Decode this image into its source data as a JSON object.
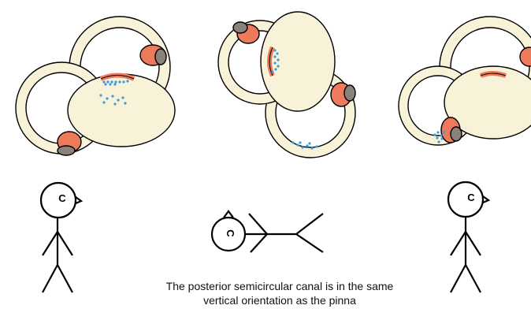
{
  "caption": {
    "line1": "The posterior semicircular canal is in the same",
    "line2": "vertical orientation as the pinna"
  },
  "figures": [
    {
      "label": "C",
      "pose": "standing"
    },
    {
      "label": "C",
      "pose": "lying"
    },
    {
      "label": "C",
      "pose": "standing"
    }
  ],
  "colors": {
    "endolymph": "#f8f3d8",
    "outline": "#000000",
    "cupula": "#ee7a5c",
    "ampulla_cap": "#8a817b",
    "otoconia": "#3b9ae0"
  }
}
